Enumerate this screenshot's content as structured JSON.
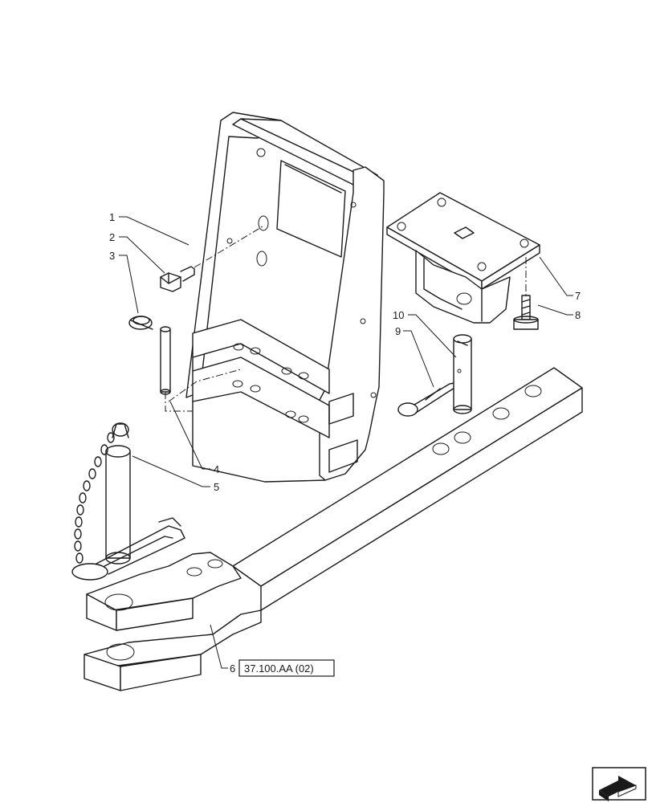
{
  "callouts": {
    "c1": "1",
    "c2": "2",
    "c3": "3",
    "c4": "4",
    "c5": "5",
    "c6": "6",
    "c7": "7",
    "c8": "8",
    "c9": "9",
    "c10": "10"
  },
  "reference_link": "37.100.AA (02)",
  "nav_icon": "next-page-arrow-icon",
  "colors": {
    "line": "#1a1a1a",
    "background": "#ffffff"
  }
}
